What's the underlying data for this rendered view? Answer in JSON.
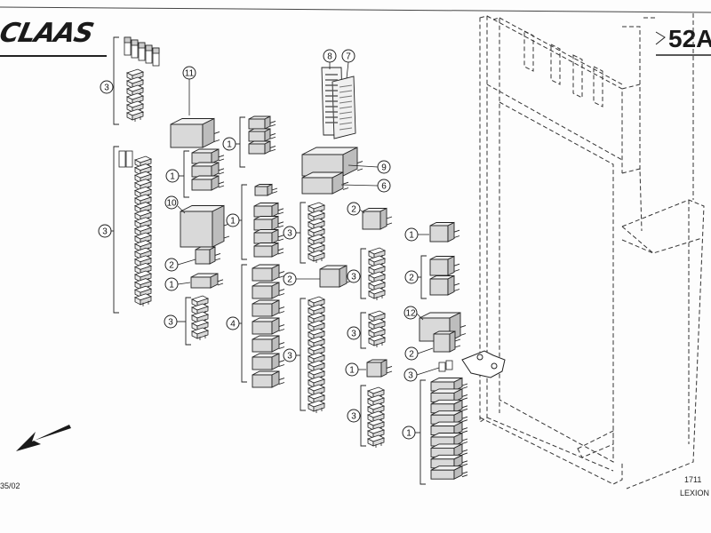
{
  "header": {
    "brand": "CLAAS",
    "page_code": "52A"
  },
  "footer": {
    "date_code": "35/02",
    "drawing_no": "1711",
    "model": "LEXION"
  },
  "callouts": [
    "1",
    "2",
    "3",
    "4",
    "6",
    "7",
    "8",
    "9",
    "10",
    "11",
    "12"
  ],
  "colors": {
    "line": "#222222",
    "part_fill": "#d9d9d9",
    "frame_dash": "#333333"
  }
}
